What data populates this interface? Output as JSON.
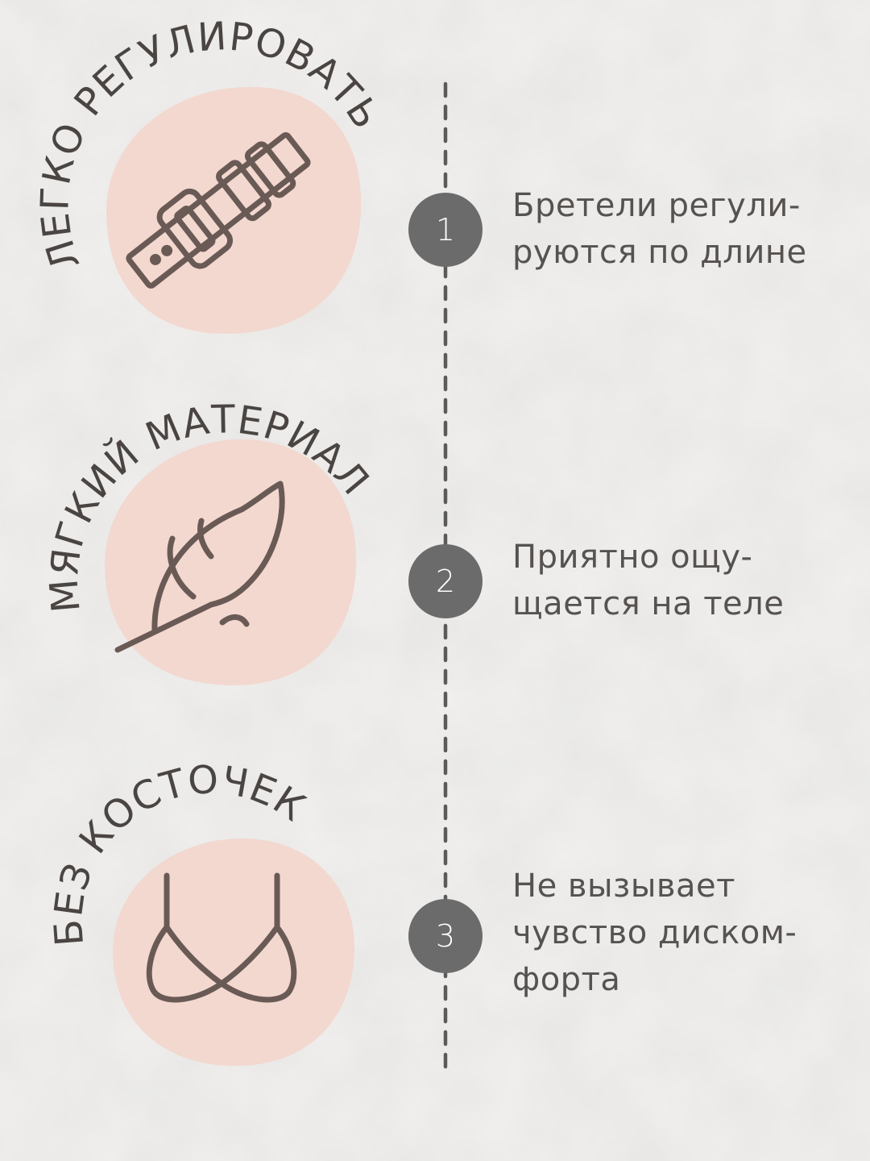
{
  "colors": {
    "background": "#f1f0ee",
    "blob": "#f3d8d0",
    "icon": "#6a5a55",
    "arc_text": "#4a4542",
    "step_circle": "#6b6b6b",
    "desc_text": "#565250",
    "timeline": "#5a5a5a"
  },
  "features": [
    {
      "label": "ЛЕГКО РЕГУЛИРОВАТЬ",
      "icon": "belt-buckle-icon",
      "step": "1",
      "description": [
        "Бретели регули-",
        "руются по длине"
      ]
    },
    {
      "label": "МЯГКИЙ МАТЕРИАЛ",
      "icon": "feather-icon",
      "step": "2",
      "description": [
        "Приятно ощу-",
        "щается на теле"
      ]
    },
    {
      "label": "БЕЗ КОСТОЧЕК",
      "icon": "bra-icon",
      "step": "3",
      "description": [
        "Не вызывает",
        "чувство диском-",
        "форта"
      ]
    }
  ]
}
